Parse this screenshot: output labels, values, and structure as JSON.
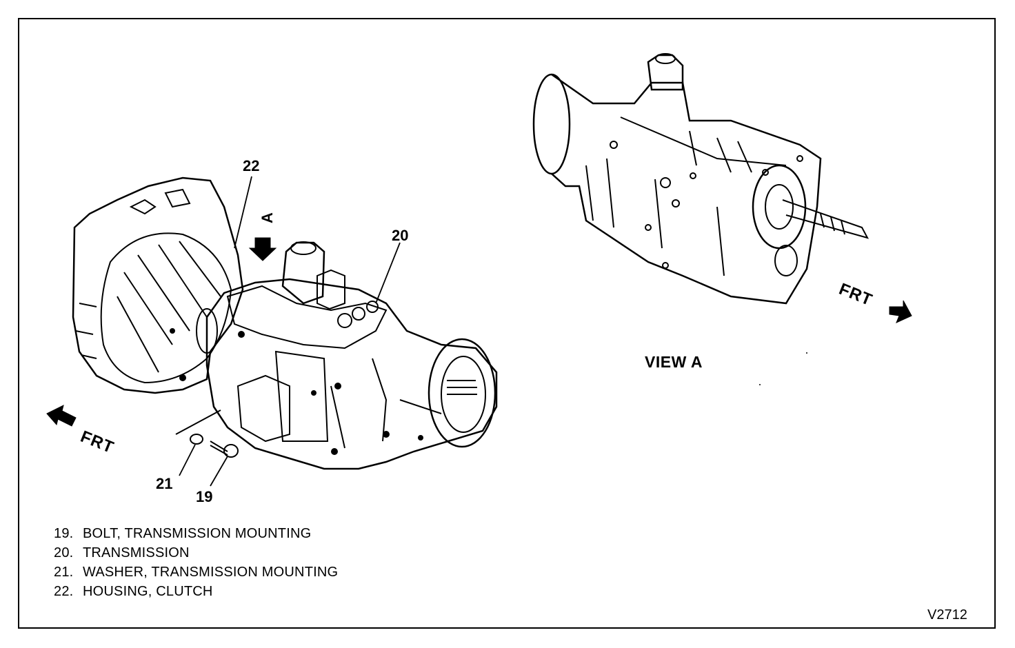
{
  "callouts": {
    "c22": "22",
    "c20": "20",
    "c21": "21",
    "c19": "19",
    "view_arrow_letter": "A"
  },
  "labels": {
    "view_a": "VIEW A",
    "frt_left": "FRT",
    "frt_right": "FRT",
    "figure_id": "V2712"
  },
  "legend": [
    {
      "num": "19.",
      "text": "BOLT, TRANSMISSION MOUNTING"
    },
    {
      "num": "20.",
      "text": "TRANSMISSION"
    },
    {
      "num": "21.",
      "text": "WASHER, TRANSMISSION MOUNTING"
    },
    {
      "num": "22.",
      "text": "HOUSING, CLUTCH"
    }
  ],
  "icons": {
    "frt_left_arrow": "direction-arrow-icon",
    "frt_right_arrow": "direction-arrow-icon",
    "view_a_arrow": "view-arrow-icon"
  }
}
